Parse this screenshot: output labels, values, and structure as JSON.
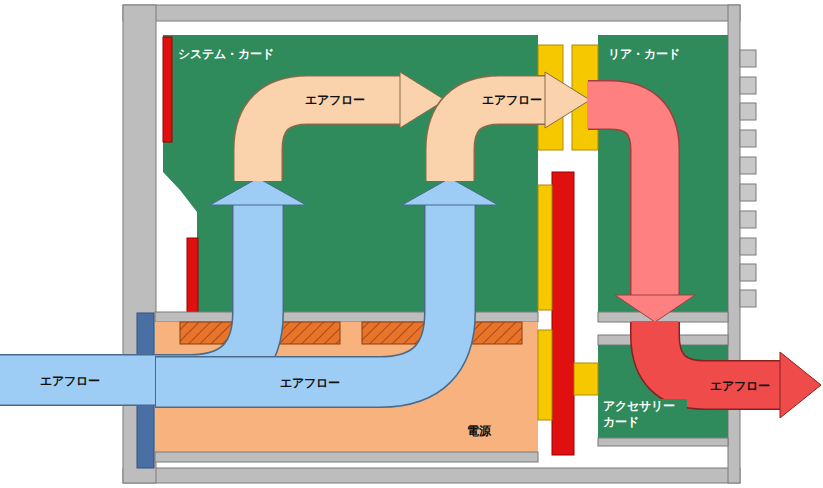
{
  "diagram": {
    "nodes": [
      {
        "text": [
          "システム・カード"
        ]
      },
      {
        "text": [
          "リア・カード"
        ]
      },
      {
        "text": [
          "アクセサリー カード"
        ]
      },
      {
        "text": [
          "電源"
        ]
      }
    ],
    "labels": [
      "エアフロー",
      "エアフロー",
      "エアフロー",
      "エアフロー",
      "エアフロー"
    ]
  }
}
